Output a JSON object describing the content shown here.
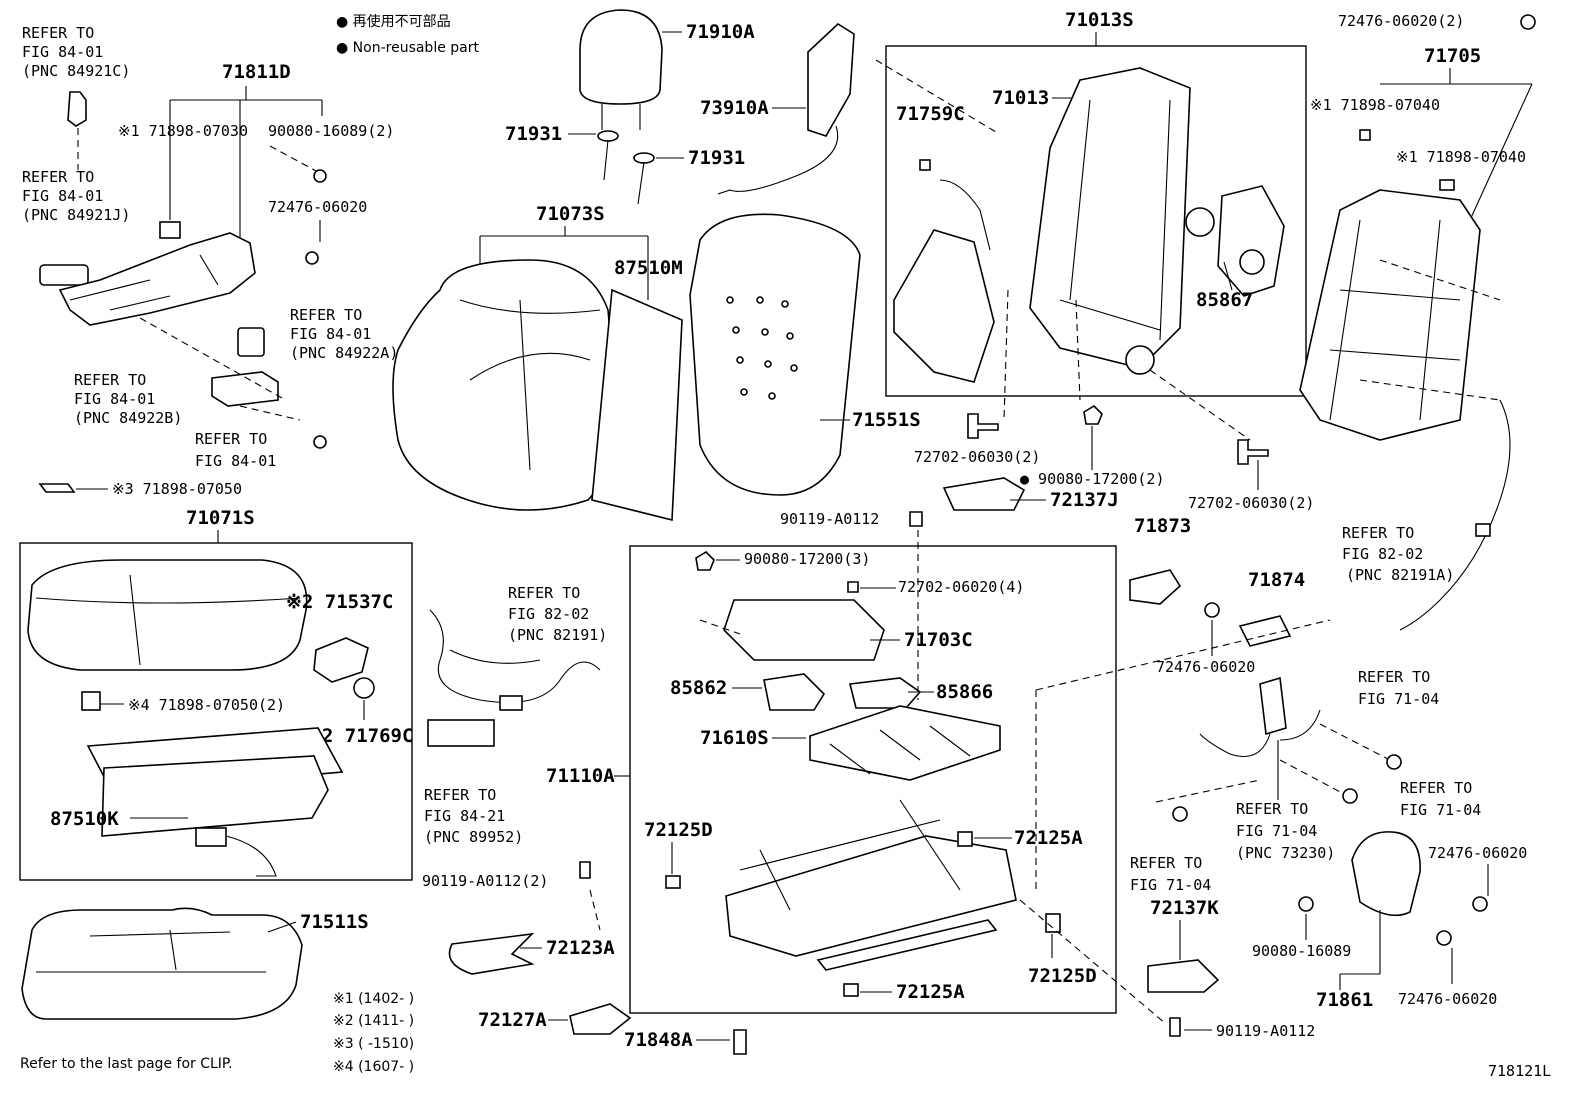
{
  "legend": {
    "line1": "● 再使用不可部品",
    "line2": "● Non-reusable part"
  },
  "labels": {
    "ref_84921c": [
      "REFER TO",
      "FIG 84-01",
      "(PNC 84921C)"
    ],
    "ref_84921j": [
      "REFER TO",
      "FIG 84-01",
      "(PNC 84921J)"
    ],
    "ref_84922a": [
      "REFER TO",
      "FIG 84-01",
      "(PNC 84922A)"
    ],
    "ref_84922b": [
      "REFER TO",
      "FIG 84-01",
      "(PNC 84922B)"
    ],
    "ref_8401": [
      "REFER TO",
      "FIG 84-01"
    ],
    "ref_82191": [
      "REFER TO",
      "FIG 82-02",
      "(PNC 82191)"
    ],
    "ref_89952": [
      "REFER TO",
      "FIG 84-21",
      "(PNC 89952)"
    ],
    "ref_82191a": [
      "REFER TO",
      "FIG 82-02",
      "(PNC 82191A)"
    ],
    "ref_7104a": [
      "REFER TO",
      "FIG 71-04"
    ],
    "ref_7104b": [
      "REFER TO",
      "FIG 71-04"
    ],
    "ref_73230": [
      "REFER TO",
      "FIG 71-04",
      "(PNC 73230)"
    ],
    "ref_7104c": [
      "REFER TO",
      "FIG 71-04"
    ]
  },
  "parts": {
    "p71811D": "71811D",
    "p71898_07030": "※1 71898-07030",
    "p90080_16089_2": "90080-16089(2)",
    "p72476_06020_a": "72476-06020",
    "p71898_07050": "※3 71898-07050",
    "p71071S": "71071S",
    "p71537C": "※2 71537C",
    "p71898_07050_2": "※4 71898-07050(2)",
    "p71769C": "※2 71769C",
    "p87510K": "87510K",
    "p71511S": "71511S",
    "p71910A": "71910A",
    "p73910A": "73910A",
    "p71931_a": "71931",
    "p71931_b": "71931",
    "p71073S": "71073S",
    "p87510M": "87510M",
    "p71551S": "71551S",
    "p71013S": "71013S",
    "p71013": "71013",
    "p71759C": "71759C",
    "p85867": "85867",
    "p72702_06030_2a": "72702-06030(2)",
    "p90080_17200_2": "● 90080-17200(2)",
    "p72137J": "72137J",
    "p72702_06030_2b": "72702-06030(2)",
    "p90119_A0112_a": "90119-A0112",
    "p90080_17200_3": "90080-17200(3)",
    "p72702_06020_4": "72702-06020(4)",
    "p71703C": "71703C",
    "p85862": "85862",
    "p85866": "85866",
    "p71610S": "71610S",
    "p71110A": "71110A",
    "p72125D_a": "72125D",
    "p72125A_a": "72125A",
    "p90119_A0112_2": "90119-A0112(2)",
    "p72123A": "72123A",
    "p72125A_b": "72125A",
    "p72125D_b": "72125D",
    "p72127A": "72127A",
    "p71848A": "71848A",
    "p90119_A0112_b": "90119-A0112",
    "p72476_06020_2": "72476-06020(2)",
    "p71705": "71705",
    "p71898_07040_a": "※1 71898-07040",
    "p71898_07040_b": "※1 71898-07040",
    "p71873": "71873",
    "p71874": "71874",
    "p72476_06020_b": "72476-06020",
    "p72137K": "72137K",
    "p90080_16089": "90080-16089",
    "p71861": "71861",
    "p72476_06020_c": "72476-06020",
    "p72476_06020_d": "72476-06020"
  },
  "footnotes": {
    "f1": "※1 (1402-     )",
    "f2": "※2 (1411-     )",
    "f3": "※3 (     -1510)",
    "f4": "※4 (1607-     )"
  },
  "clip_note": "Refer to the last page for CLIP.",
  "figure_id": "718121L"
}
